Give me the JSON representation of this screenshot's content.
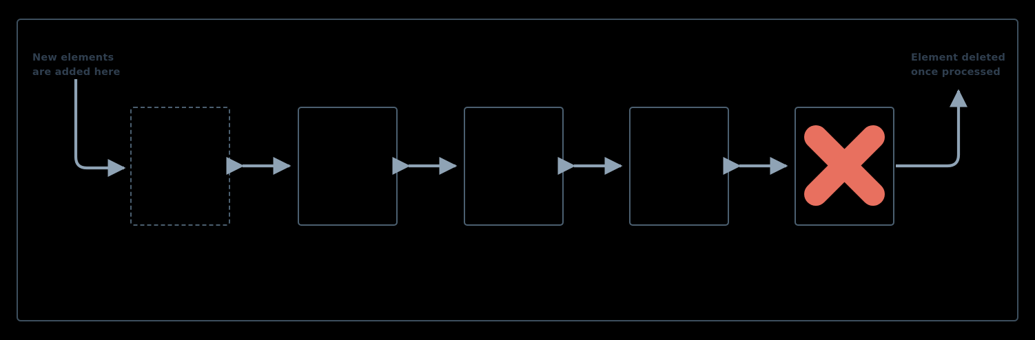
{
  "diagram": {
    "title": "Queue data structure diagram",
    "background_color": "#000000",
    "frame_color": "#3d4f5e",
    "box_color": "#4b5f70",
    "arrow_color": "#8fa3b5",
    "text_color": "#2f3e4e",
    "delete_mark_color": "#e8705f",
    "labels": {
      "left_note_line1": "New elements",
      "left_note_line2": "are added here",
      "right_note_line1": "Element deleted",
      "right_note_line2": "once processed"
    },
    "boxes": [
      {
        "name": "slot-placeholder",
        "style": "dashed",
        "content": ""
      },
      {
        "name": "slot-1",
        "style": "solid",
        "content": ""
      },
      {
        "name": "slot-2",
        "style": "solid",
        "content": ""
      },
      {
        "name": "slot-3",
        "style": "solid",
        "content": ""
      },
      {
        "name": "slot-4-deleted",
        "style": "solid",
        "content": "",
        "marker": "x-mark"
      }
    ],
    "connectors": [
      {
        "name": "enqueue-curved-arrow",
        "direction": "down-right",
        "label_ref": "left_note"
      },
      {
        "name": "link-1",
        "direction": "bidirectional"
      },
      {
        "name": "link-2",
        "direction": "bidirectional"
      },
      {
        "name": "link-3",
        "direction": "bidirectional"
      },
      {
        "name": "link-4",
        "direction": "bidirectional"
      },
      {
        "name": "dequeue-curved-arrow",
        "direction": "right-up",
        "label_ref": "right_note"
      }
    ]
  }
}
